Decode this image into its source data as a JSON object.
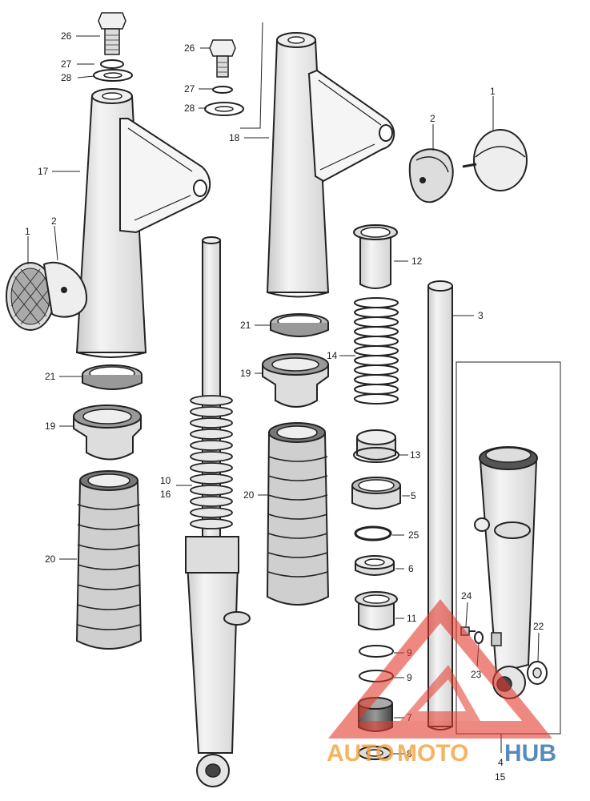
{
  "diagram": {
    "labels": [
      {
        "id": "l26a",
        "text": "26"
      },
      {
        "id": "l27a",
        "text": "27"
      },
      {
        "id": "l28a",
        "text": "28"
      },
      {
        "id": "l17",
        "text": "17"
      },
      {
        "id": "l1a",
        "text": "1"
      },
      {
        "id": "l2a",
        "text": "2"
      },
      {
        "id": "l21a",
        "text": "21"
      },
      {
        "id": "l19a",
        "text": "19"
      },
      {
        "id": "l20a",
        "text": "20"
      },
      {
        "id": "l10",
        "text": "10"
      },
      {
        "id": "l16",
        "text": "16"
      },
      {
        "id": "l26b",
        "text": "26"
      },
      {
        "id": "l27b",
        "text": "27"
      },
      {
        "id": "l28b",
        "text": "28"
      },
      {
        "id": "l18",
        "text": "18"
      },
      {
        "id": "l21b",
        "text": "21"
      },
      {
        "id": "l19b",
        "text": "19"
      },
      {
        "id": "l20b",
        "text": "20"
      },
      {
        "id": "l2b",
        "text": "2"
      },
      {
        "id": "l1b",
        "text": "1"
      },
      {
        "id": "l12",
        "text": "12"
      },
      {
        "id": "l14",
        "text": "14"
      },
      {
        "id": "l3",
        "text": "3"
      },
      {
        "id": "l13",
        "text": "13"
      },
      {
        "id": "l5",
        "text": "5"
      },
      {
        "id": "l25",
        "text": "25"
      },
      {
        "id": "l6",
        "text": "6"
      },
      {
        "id": "l11",
        "text": "11"
      },
      {
        "id": "l9a",
        "text": "9"
      },
      {
        "id": "l9b",
        "text": "9"
      },
      {
        "id": "l7",
        "text": "7"
      },
      {
        "id": "l8",
        "text": "8"
      },
      {
        "id": "l24",
        "text": "24"
      },
      {
        "id": "l23",
        "text": "23"
      },
      {
        "id": "l22",
        "text": "22"
      },
      {
        "id": "l4",
        "text": "4"
      },
      {
        "id": "l15",
        "text": "15"
      }
    ]
  },
  "watermark": {
    "text_auto": "AUTO",
    "text_moto": "MOTO",
    "text_hub": "HUB",
    "color_red": "#e23a2c",
    "color_orange": "#f5a23a",
    "color_blue": "#2f6ea8"
  }
}
